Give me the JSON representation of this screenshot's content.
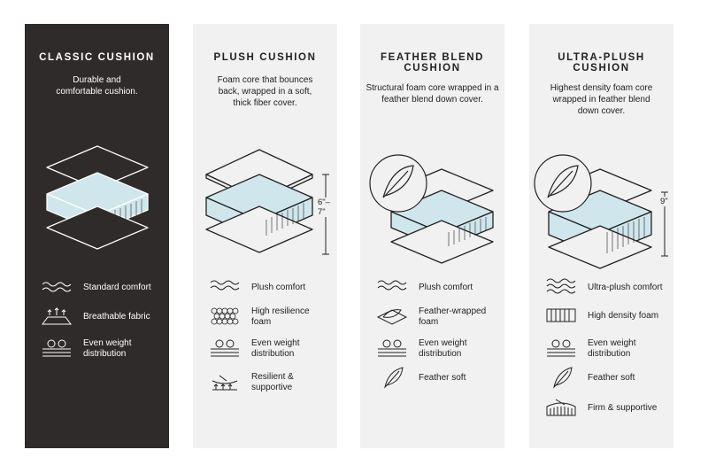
{
  "panels": [
    {
      "title_lines": [
        "CLASSIC CUSHION"
      ],
      "desc": "Durable and comfortable cushion.",
      "features": [
        "Standard comfort",
        "Breathable fabric",
        "Even weight distribution"
      ]
    },
    {
      "title_lines": [
        "PLUSH CUSHION"
      ],
      "desc": "Foam core that bounces back, wrapped in a soft, thick fiber cover.",
      "dimension": "6\"–7\"",
      "features": [
        "Plush comfort",
        "High resilience foam",
        "Even weight distribution",
        "Resilient & supportive"
      ]
    },
    {
      "title_lines": [
        "FEATHER BLEND",
        "CUSHION"
      ],
      "desc": "Structural foam core wrapped in a feather blend down cover.",
      "features": [
        "Plush comfort",
        "Feather-wrapped foam",
        "Even weight distribution",
        "Feather soft"
      ]
    },
    {
      "title_lines": [
        "ULTRA-PLUSH",
        "CUSHION"
      ],
      "desc": "Highest density foam core wrapped in feather blend down cover.",
      "dimension": "9\"",
      "features": [
        "Ultra-plush comfort",
        "High density foam",
        "Even weight distribution",
        "Feather soft",
        "Firm & supportive"
      ]
    }
  ],
  "colors": {
    "dark_panel": "#2e2b2a",
    "light_panel": "#f1f1f1",
    "foam": "#cfe6ec"
  }
}
